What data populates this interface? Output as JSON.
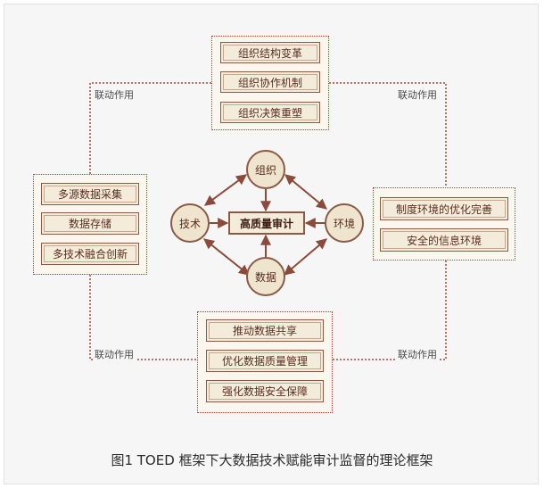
{
  "top_group": {
    "items": [
      "组织结构变革",
      "组织协作机制",
      "组织决策重塑"
    ]
  },
  "left_group": {
    "items": [
      "多源数据采集",
      "数据存储",
      "多技术融合创新"
    ]
  },
  "right_group": {
    "items": [
      "制度环境的优化完善",
      "安全的信息环境"
    ]
  },
  "bottom_group": {
    "items": [
      "推动数据共享",
      "优化数据质量管理",
      "强化数据安全保障"
    ]
  },
  "nodes": {
    "top": "组织",
    "left": "技术",
    "right": "环境",
    "bottom": "数据",
    "center": "高质量审计"
  },
  "link_labels": [
    "联动作用",
    "联动作用",
    "联动作用",
    "联动作用"
  ],
  "caption": "图1 TOED 框架下大数据技术赋能审计监督的理论框架",
  "colors": {
    "border": "#8b5a45",
    "fill": "#f4ecda",
    "dotted": "#9b4a3a",
    "arrow": "#8b4a3a"
  }
}
